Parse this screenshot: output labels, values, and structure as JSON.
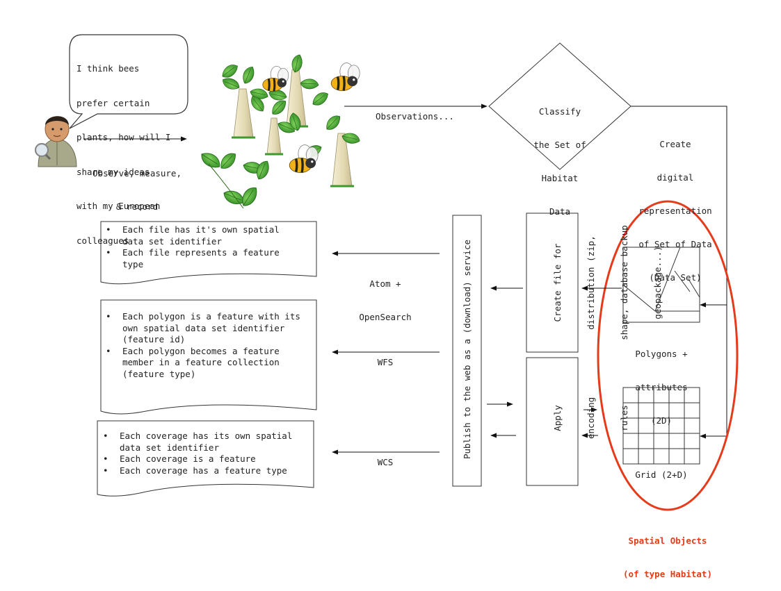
{
  "speech": {
    "lines": [
      "I think bees",
      "prefer certain",
      "plants, how will I",
      "share my ideas",
      "with my European",
      "colleagues"
    ]
  },
  "observe_label": [
    "Observe, measure,",
    "& record"
  ],
  "observations_label": "Observations...",
  "classify": {
    "lines": [
      "Classify",
      "the Set of",
      "Habitat",
      "Data"
    ]
  },
  "create_digital": {
    "lines": [
      "Create",
      "digital",
      "representation",
      "of Set of Data",
      "(Data Set)"
    ]
  },
  "create_file": {
    "lines": [
      "Create file for",
      "distribution (zip,",
      "shape, database backup",
      "geopackage...)"
    ]
  },
  "apply_encoding": {
    "lines": [
      "Apply",
      "encoding",
      "rules"
    ]
  },
  "publish": {
    "label": "Publish to the web as a (download) service"
  },
  "services": {
    "atom": [
      "Atom +",
      "OpenSearch"
    ],
    "wfs": "WFS",
    "wcs": "WCS"
  },
  "doc_atom": {
    "items": [
      "Each file has it's own spatial\ndata set identifier",
      "Each file represents a feature\ntype"
    ]
  },
  "doc_wfs": {
    "items": [
      "Each polygon is a feature with its\nown spatial data set identifier\n(feature id)",
      "Each polygon becomes a feature\nmember in a feature collection\n(feature type)"
    ]
  },
  "doc_wcs": {
    "items": [
      "Each coverage has its own spatial\ndata set identifier",
      "Each coverage is a feature",
      "Each coverage has a feature type"
    ]
  },
  "polygons_label": [
    "Polygons +",
    "attributes",
    "(2D)"
  ],
  "grid_label": "Grid (2+D)",
  "spatial_objects": [
    "Spatial Objects",
    "(of type Habitat)"
  ],
  "colors": {
    "highlight": "#e53b1b",
    "leaf": "#3d9a2f",
    "bee_body": "#f2b118",
    "trunk": "#e8e0c0",
    "person_coat": "#a7a98a"
  },
  "icons": [
    "person-icon",
    "magnifier-icon",
    "speech-bubble-icon",
    "plant-icon",
    "bee-icon",
    "leaf-icon"
  ]
}
